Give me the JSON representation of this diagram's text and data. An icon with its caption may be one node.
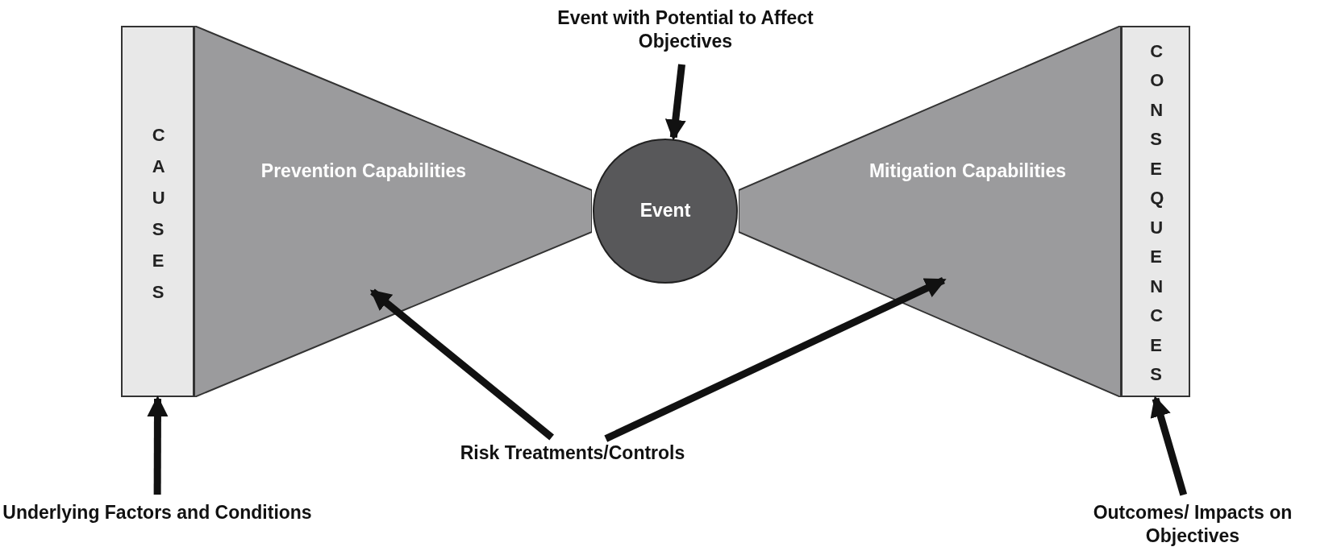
{
  "diagram": {
    "nodes": [
      {
        "text": [
          "CAUSES"
        ]
      },
      {
        "text": [
          "Prevention Capabilities"
        ]
      },
      {
        "text": [
          "Event"
        ]
      },
      {
        "text": [
          "Mitigation Capabilities"
        ]
      },
      {
        "text": [
          "CONSEQUENCES"
        ]
      },
      {
        "text": [
          "Event with Potential to Affect Objectives"
        ]
      },
      {
        "text": [
          "Risk Treatments/Controls"
        ]
      },
      {
        "text": [
          "Underlying Factors and Conditions"
        ]
      },
      {
        "text": [
          "Outcomes/ Impacts on Objectives"
        ]
      }
    ],
    "edges": [
      {
        "from": 5,
        "to": 2,
        "arrow": "to"
      },
      {
        "from": 6,
        "to": 1,
        "arrow": "to"
      },
      {
        "from": 6,
        "to": 3,
        "arrow": "to"
      },
      {
        "from": 7,
        "to": 0,
        "arrow": "to"
      },
      {
        "from": 8,
        "to": 4,
        "arrow": "to"
      }
    ]
  }
}
